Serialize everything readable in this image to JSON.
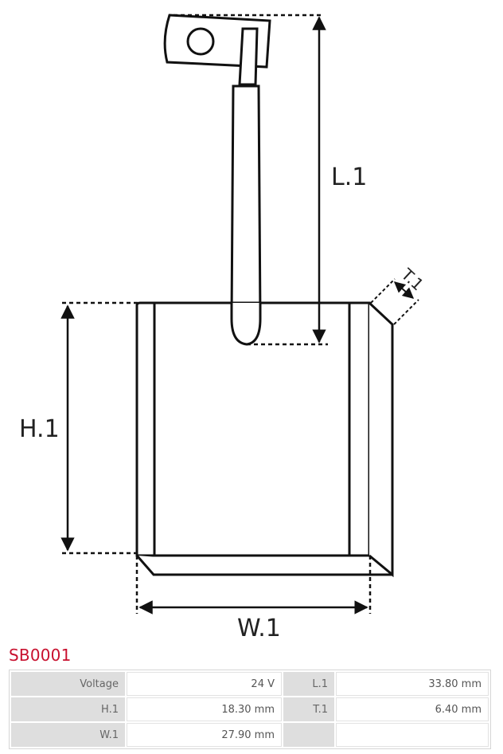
{
  "diagram": {
    "labels": {
      "length": "L.1",
      "height": "H.1",
      "width": "W.1",
      "thickness": "T.1"
    }
  },
  "part": {
    "code": "SB0001",
    "color": "#c8102e"
  },
  "specs": {
    "rows": [
      {
        "label1": "Voltage",
        "value1": "24 V",
        "label2": "L.1",
        "value2": "33.80 mm"
      },
      {
        "label1": "H.1",
        "value1": "18.30 mm",
        "label2": "T.1",
        "value2": "6.40 mm"
      },
      {
        "label1": "W.1",
        "value1": "27.90 mm",
        "label2": "",
        "value2": ""
      }
    ]
  }
}
